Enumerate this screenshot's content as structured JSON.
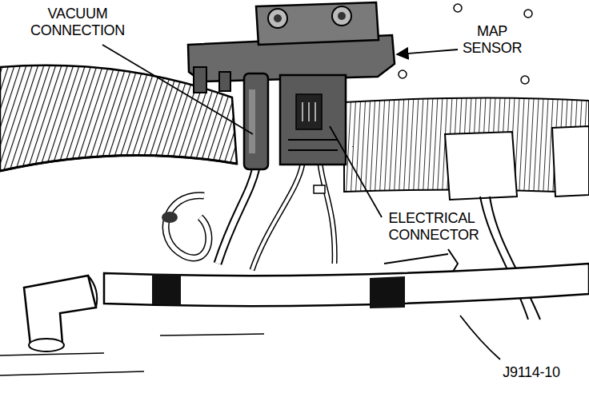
{
  "diagram": {
    "labels": [
      "VACUUM CONNECTION",
      "MAP SENSOR",
      "ELECTRICAL CONNECTOR",
      "J9114-10"
    ]
  }
}
